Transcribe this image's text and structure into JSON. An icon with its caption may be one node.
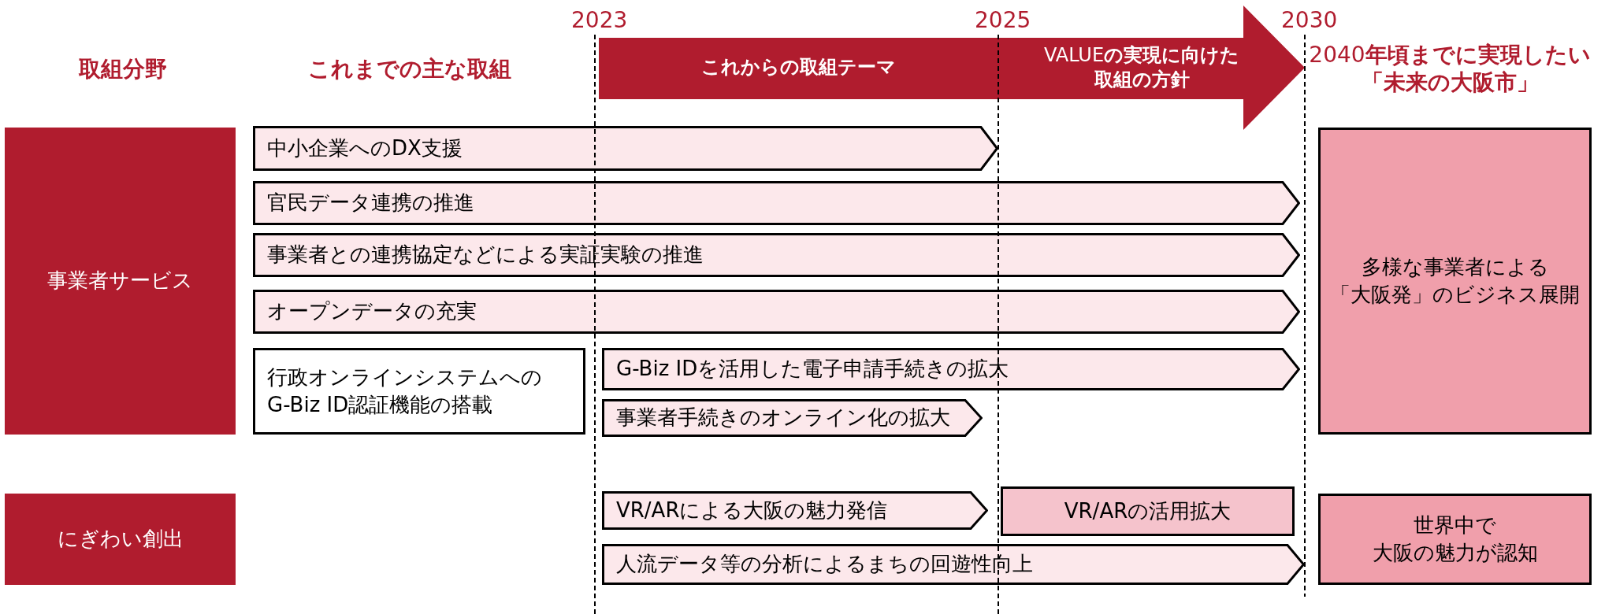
{
  "diagram": {
    "nodes": [
      {
        "text": [
          "これからの取組テーマ",
          "VALUE**の実現に向けた取組の方針**"
        ]
      },
      {
        "text": [
          "事業者サービス"
        ]
      },
      {
        "text": [
          "中小企業へのDX支援"
        ]
      },
      {
        "text": [
          "官民データ連携の推進"
        ]
      },
      {
        "text": [
          "事業者との連携協定などによる実証実験の推進"
        ]
      },
      {
        "text": [
          "オープンデータの充実"
        ]
      },
      {
        "text": [
          "行政オンラインシステムへのG-Biz ID認証機能の搭載"
        ]
      },
      {
        "text": [
          "G-Biz IDを活用した電子申請手続きの拡大"
        ]
      },
      {
        "text": [
          "事業者手続きのオンライン化の拡大"
        ]
      },
      {
        "text": [
          "多様な事業者による「大阪発」のビジネス展開"
        ]
      },
      {
        "text": [
          "にぎわい創出"
        ]
      },
      {
        "text": [
          "VR/ARによる大阪の魅力発信"
        ]
      },
      {
        "text": [
          "VR/ARの活用拡大"
        ]
      },
      {
        "text": [
          "人流データ等の分析によるまちの回遊性向上"
        ]
      },
      {
        "text": [
          "世界中で大阪の魅力が認知"
        ]
      }
    ],
    "labels": [
      "2023",
      "2025",
      "2030",
      "取組分野",
      "これまでの主な取組",
      "2040**年頃までに実現したい「未来の大阪市」**"
    ]
  }
}
